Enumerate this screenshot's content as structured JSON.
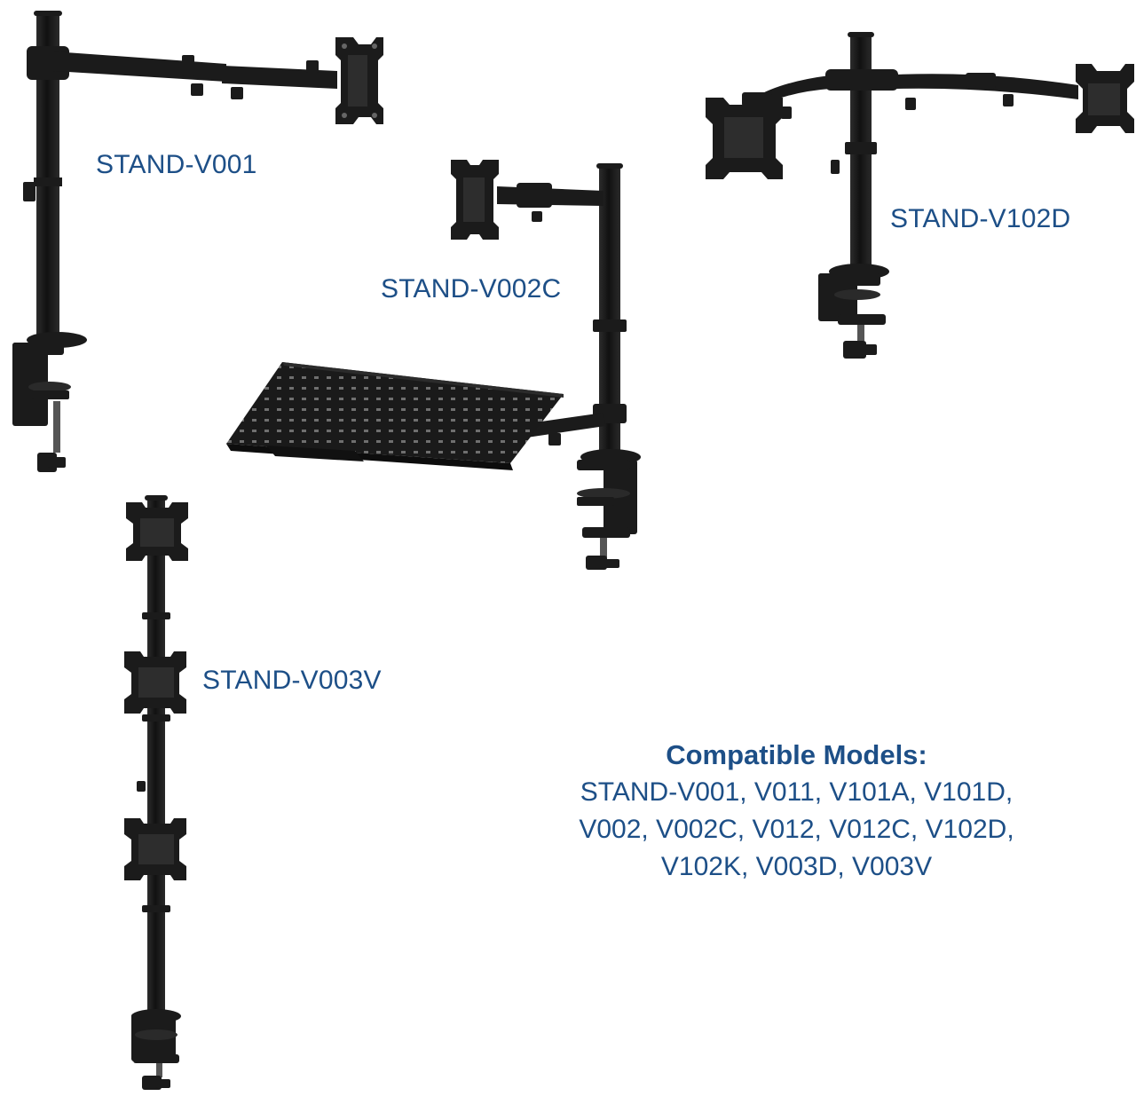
{
  "colors": {
    "label_blue": "#1d4f87",
    "mount_black": "#1b1b1b",
    "background": "#ffffff"
  },
  "products": [
    {
      "label": "STAND-V001",
      "icon": "single-monitor-arm-icon"
    },
    {
      "label": "STAND-V002C",
      "icon": "monitor-and-laptop-arm-icon"
    },
    {
      "label": "STAND-V102D",
      "icon": "dual-monitor-arm-icon"
    },
    {
      "label": "STAND-V003V",
      "icon": "triple-vertical-pole-icon"
    }
  ],
  "compatible": {
    "title": "Compatible Models:",
    "lines": [
      "STAND-V001, V011, V101A, V101D,",
      "V002, V002C, V012, V012C, V102D,",
      "V102K, V003D, V003V"
    ]
  }
}
